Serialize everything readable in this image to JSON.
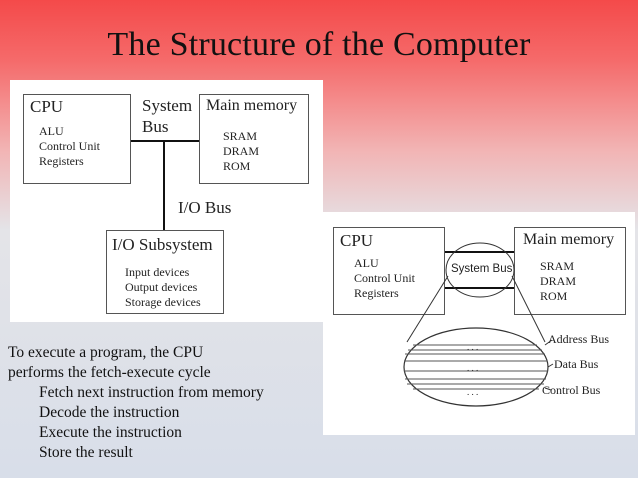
{
  "title": "The Structure of the Computer",
  "diagram1": {
    "cpu": {
      "title": "CPU",
      "items": [
        "ALU",
        "Control Unit",
        "Registers"
      ]
    },
    "system_bus": [
      "System",
      "Bus"
    ],
    "main_memory": {
      "title": "Main memory",
      "items": [
        "SRAM",
        "DRAM",
        "ROM"
      ]
    },
    "io_bus": "I/O Bus",
    "io_subsystem": {
      "title": "I/O Subsystem",
      "items": [
        "Input devices",
        "Output devices",
        "Storage devices"
      ]
    }
  },
  "diagram2": {
    "cpu": {
      "title": "CPU",
      "items": [
        "ALU",
        "Control Unit",
        "Registers"
      ]
    },
    "system_bus": "System Bus",
    "main_memory": {
      "title": "Main memory",
      "items": [
        "SRAM",
        "DRAM",
        "ROM"
      ]
    },
    "buses": [
      "Address Bus",
      "Data Bus",
      "Control Bus"
    ],
    "dots": ". . ."
  },
  "body": {
    "intro": [
      "To execute a program, the CPU",
      "performs the fetch-execute cycle"
    ],
    "steps": [
      "Fetch next instruction from memory",
      "Decode the instruction",
      "Execute the instruction",
      "Store the result"
    ]
  }
}
